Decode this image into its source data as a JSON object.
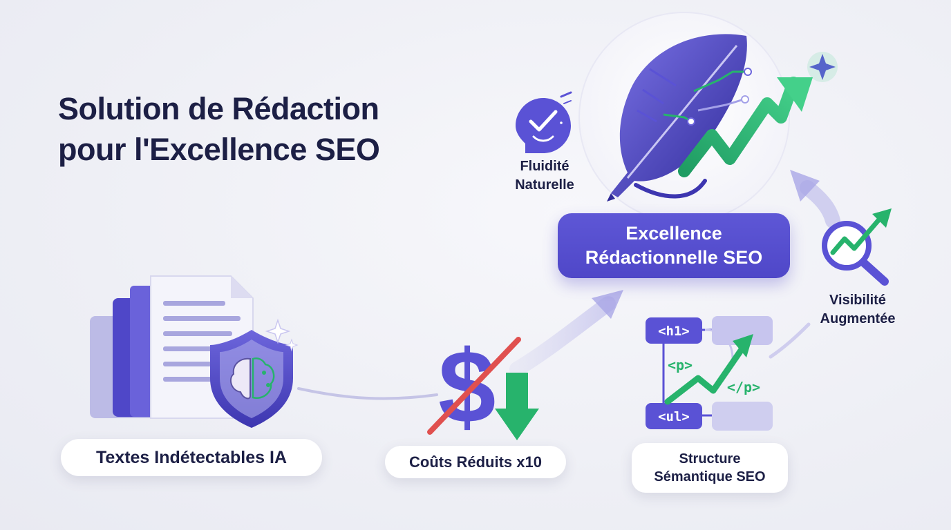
{
  "title": {
    "line1": "Solution de Rédaction",
    "line2": "pour l'Excellence SEO"
  },
  "hero": {
    "line1": "Excellence",
    "line2": "Rédactionnelle SEO"
  },
  "benefits": {
    "ia_texts": "Textes Indétectables IA",
    "costs": "Coûts Réduits x10",
    "structure_line1": "Structure",
    "structure_line2": "Sémantique SEO",
    "fluidity_line1": "Fluidité",
    "fluidity_line2": "Naturelle",
    "visibility_line1": "Visibilité",
    "visibility_line2": "Augmentée"
  },
  "code_tags": {
    "h1": "<h1>",
    "p_open": "<p>",
    "p_close": "</p>",
    "ul": "<ul>"
  },
  "icons": {
    "documents": "document-stack-icon",
    "shield": "brain-shield-icon",
    "dollar": "dollar-crossed-icon",
    "down_arrow": "down-arrow-icon",
    "feather": "quill-feather-icon",
    "growth": "growth-arrow-icon",
    "check_bubble": "check-bubble-icon",
    "magnifier": "magnifier-growth-icon",
    "sparkle": "sparkle-icon",
    "html_structure": "html-structure-icon"
  },
  "colors": {
    "primary": "#5a52d5",
    "primary_dark": "#4f47c8",
    "green": "#27b36c",
    "red": "#e0504f",
    "text": "#1c1f45",
    "lavender": "#a9a6e6"
  }
}
